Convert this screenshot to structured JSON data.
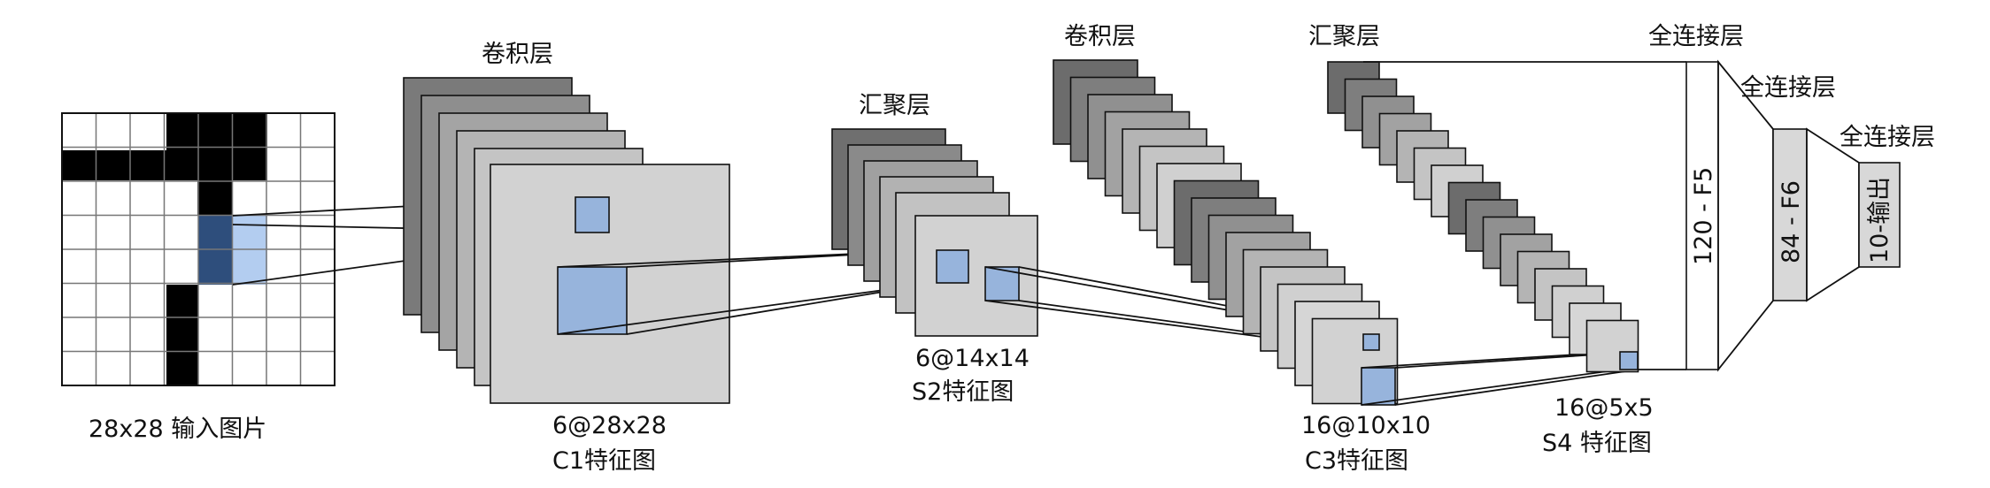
{
  "colors": {
    "dark": "#6c6c6c",
    "mid": "#8e8e8e",
    "light": "#b0b0b0",
    "lighter": "#c4c4c4",
    "face": "#d2d2d2",
    "blue": "#97b4dc",
    "blue_dark": "#2e4e7c",
    "blue_light": "#b3cdf0",
    "black": "#000000",
    "white": "#ffffff"
  },
  "input": {
    "caption": "28x28 输入图片"
  },
  "c1": {
    "title": "卷积层",
    "size": "6@28x28",
    "name": "C1特征图"
  },
  "s2": {
    "title": "汇聚层",
    "size": "6@14x14",
    "name": "S2特征图"
  },
  "c3": {
    "title": "卷积层",
    "size": "16@10x10",
    "name": "C3特征图"
  },
  "s4": {
    "title": "汇聚层",
    "size": "16@5x5",
    "name": "S4 特征图"
  },
  "f5": {
    "title": "全连接层",
    "label": "120 - F5"
  },
  "f6": {
    "title": "全连接层",
    "label": "84 - F6"
  },
  "out": {
    "title": "全连接层",
    "label": "10-输出"
  }
}
